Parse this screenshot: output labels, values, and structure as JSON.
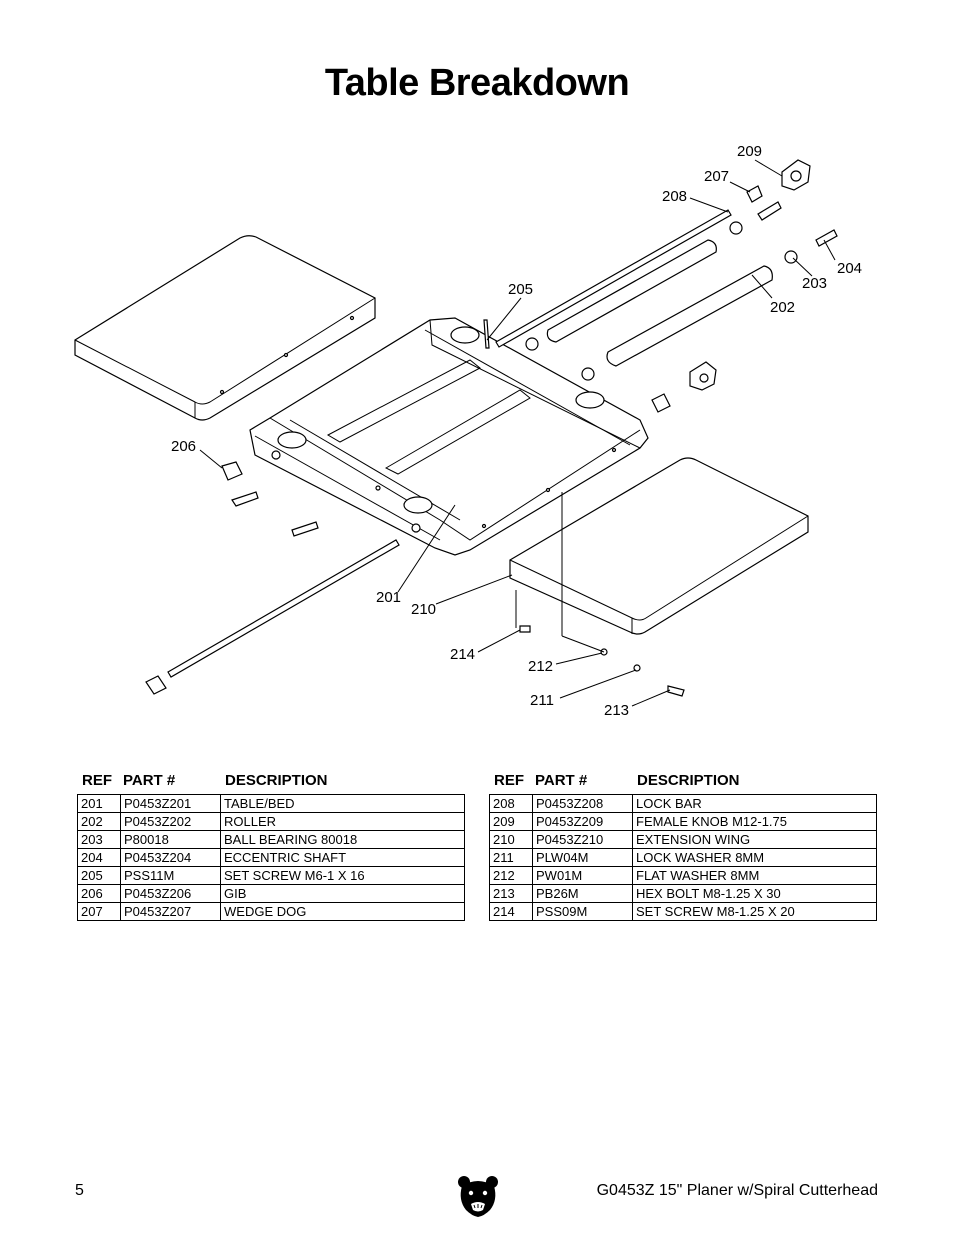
{
  "page_title": "Table Breakdown",
  "callouts": {
    "c201": "201",
    "c202": "202",
    "c203": "203",
    "c204": "204",
    "c205": "205",
    "c206": "206",
    "c207": "207",
    "c208": "208",
    "c209": "209",
    "c210": "210",
    "c211": "211",
    "c212": "212",
    "c213": "213",
    "c214": "214"
  },
  "table_headers": {
    "ref": "REF",
    "part": "PART #",
    "description": "DESCRIPTION"
  },
  "parts_left": [
    {
      "ref": "201",
      "part": "P0453Z201",
      "description": "TABLE/BED"
    },
    {
      "ref": "202",
      "part": "P0453Z202",
      "description": "ROLLER"
    },
    {
      "ref": "203",
      "part": "P80018",
      "description": "BALL BEARING 80018"
    },
    {
      "ref": "204",
      "part": "P0453Z204",
      "description": "ECCENTRIC SHAFT"
    },
    {
      "ref": "205",
      "part": "PSS11M",
      "description": "SET SCREW M6-1 X 16"
    },
    {
      "ref": "206",
      "part": "P0453Z206",
      "description": "GIB"
    },
    {
      "ref": "207",
      "part": "P0453Z207",
      "description": "WEDGE DOG"
    }
  ],
  "parts_right": [
    {
      "ref": "208",
      "part": "P0453Z208",
      "description": "LOCK BAR"
    },
    {
      "ref": "209",
      "part": "P0453Z209",
      "description": "FEMALE KNOB M12-1.75"
    },
    {
      "ref": "210",
      "part": "P0453Z210",
      "description": "EXTENSION WING"
    },
    {
      "ref": "211",
      "part": "PLW04M",
      "description": "LOCK WASHER 8MM"
    },
    {
      "ref": "212",
      "part": "PW01M",
      "description": "FLAT WASHER 8MM"
    },
    {
      "ref": "213",
      "part": "PB26M",
      "description": "HEX BOLT M8-1.25 X 30"
    },
    {
      "ref": "214",
      "part": "PSS09M",
      "description": "SET SCREW M8-1.25 X 20"
    }
  ],
  "footer": {
    "page_number": "5",
    "model": "G0453Z 15\" Planer w/Spiral Cutterhead"
  }
}
